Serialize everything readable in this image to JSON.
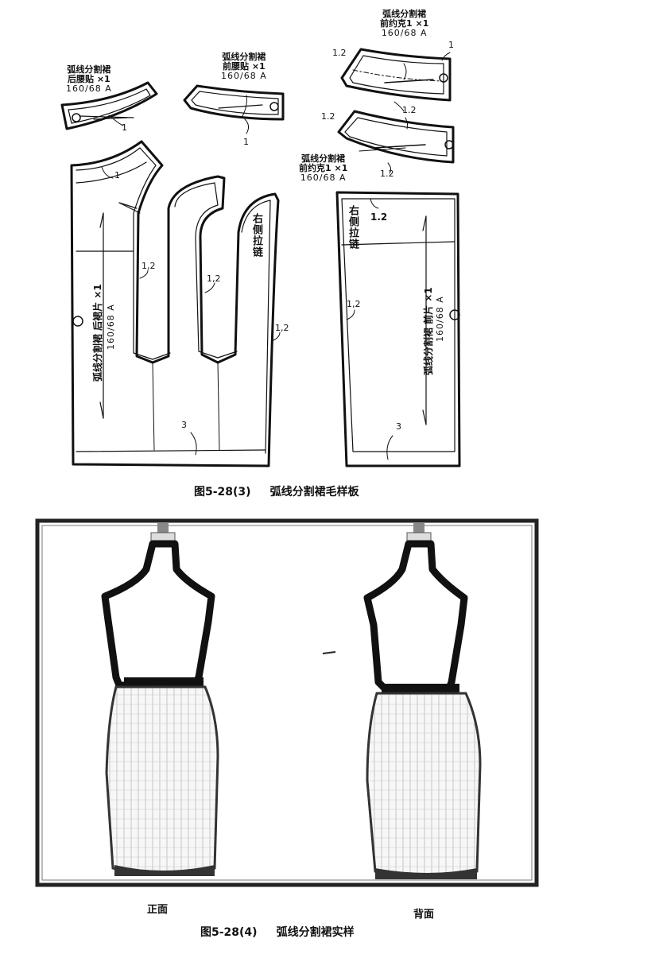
{
  "figure_3": {
    "caption_number": "图5-28(3)",
    "caption_title": "弧线分割裙毛样板",
    "pieces": [
      {
        "id": "back-facing",
        "line1": "弧线分割裙",
        "line2": "后腰贴 ×1",
        "size": "160/68 A",
        "seam": "1"
      },
      {
        "id": "front-facing",
        "line1": "弧线分割裙",
        "line2": "前腰贴 ×1",
        "size": "160/68 A",
        "seam": "1"
      },
      {
        "id": "front-yoke-top",
        "line1": "弧线分割裙",
        "line2": "前约克1 ×1",
        "size": "160/68 A",
        "seams": [
          "1.2",
          "1",
          "1.2"
        ]
      },
      {
        "id": "front-yoke-bottom",
        "line1": "弧线分割裙",
        "line2": "前约克1 ×1",
        "size": "160/68 A",
        "seams": [
          "1.2",
          "1.2",
          "1.2"
        ]
      },
      {
        "id": "back-skirt",
        "label": "弧线分割裙  后裙片 ×1",
        "size": "160/68 A",
        "seams": [
          "1",
          "1,2",
          "1,2",
          "1,2",
          "3"
        ]
      },
      {
        "id": "front-skirt",
        "label": "弧线分割裙  前片 ×1",
        "size": "160/68 A",
        "seams": [
          "1.2",
          "1,2",
          "3"
        ]
      }
    ],
    "zipper_note": "右侧拉链"
  },
  "figure_4": {
    "caption_number": "图5-28(4)",
    "caption_title": "弧线分割裙实样",
    "views": [
      "正面",
      "背面"
    ]
  }
}
